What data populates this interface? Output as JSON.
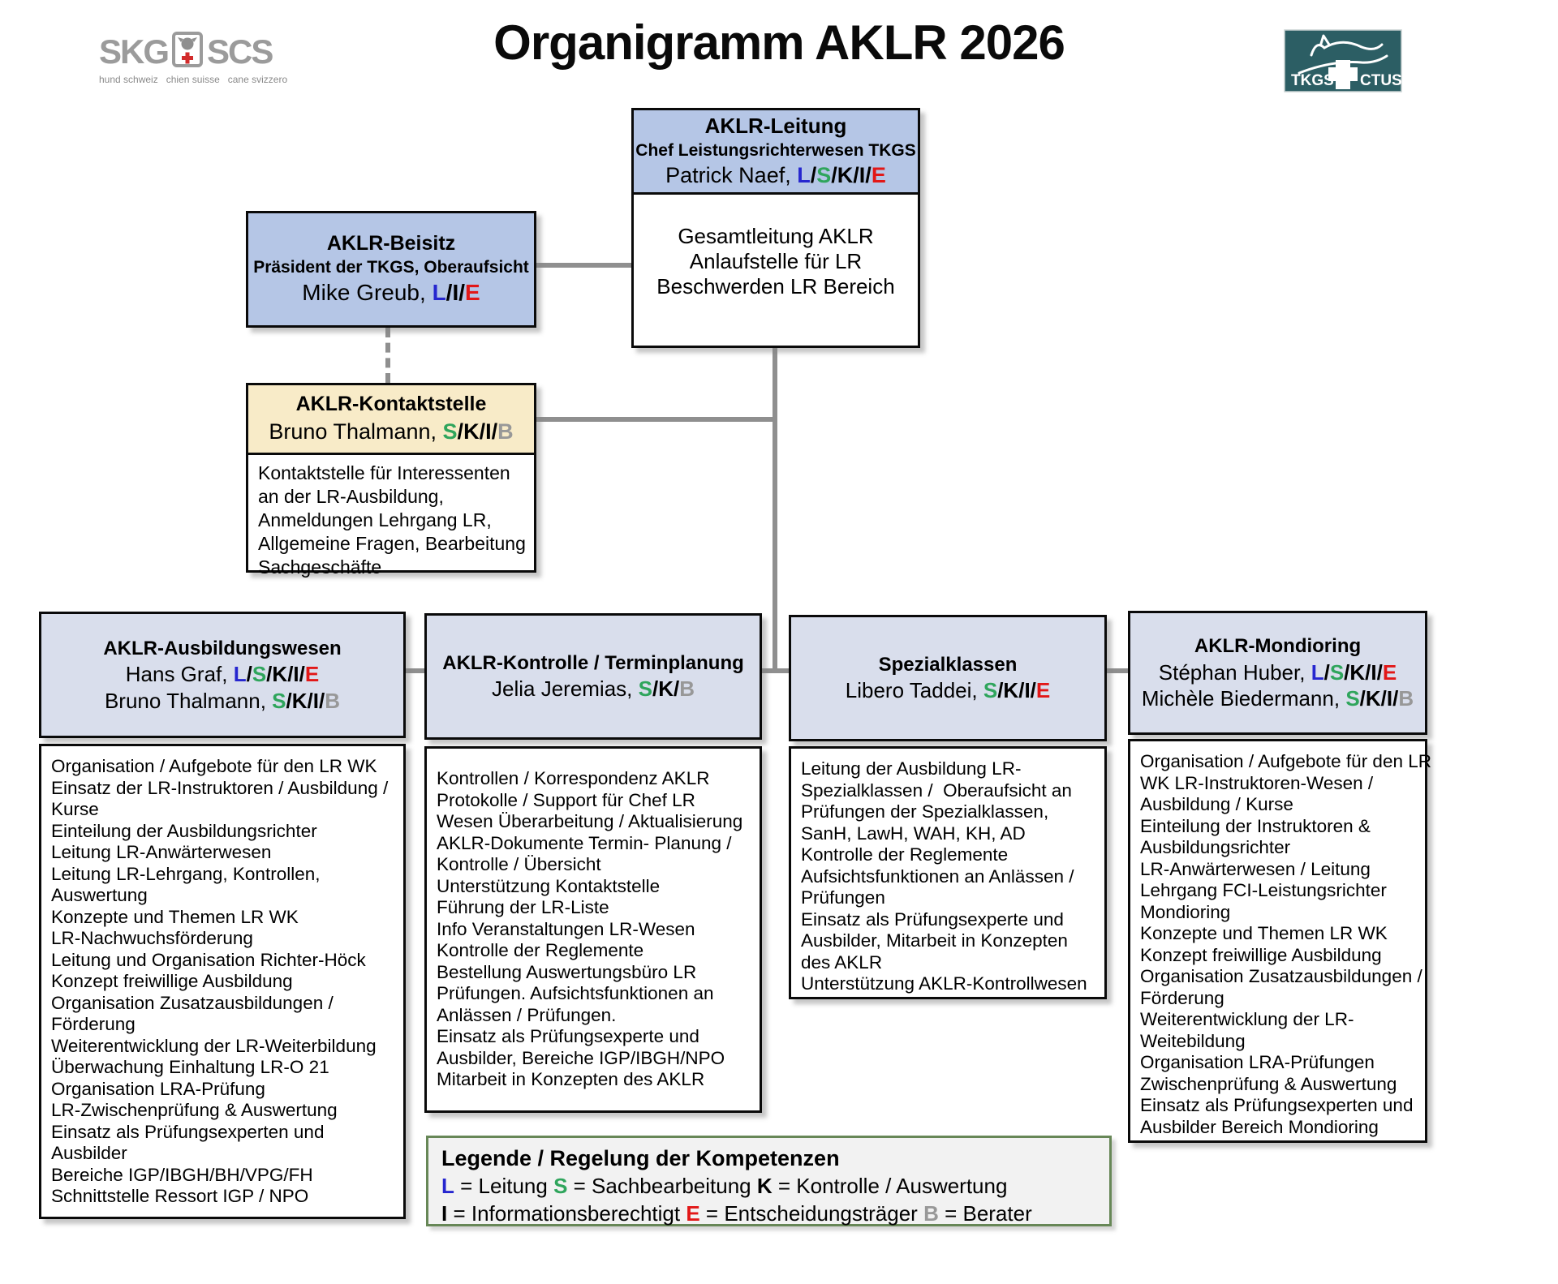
{
  "page": {
    "title": "Organigramm AKLR 2026"
  },
  "logos": {
    "skg": {
      "left": "SKG",
      "right": "SCS",
      "tagline": "hund schweiz   chien suisse   cane svizzero"
    },
    "tkgs": {
      "left": "TKGS",
      "right": "CTUS"
    }
  },
  "colors": {
    "L": "#2626cf",
    "S": "#2fa55c",
    "K": "#000000",
    "I": "#000000",
    "E": "#e21717",
    "B": "#989898"
  },
  "boxes": {
    "leitung": {
      "title": "AKLR-Leitung",
      "subtitle": "Chef Leistungsrichterwesen TKGS",
      "person": {
        "prefix": "Patrick Naef, ",
        "codes": [
          "L",
          "S",
          "K",
          "I",
          "E"
        ]
      },
      "body": "Gesamtleitung AKLR\nAnlaufstelle für LR\nBeschwerden LR Bereich"
    },
    "beisitz": {
      "title": "AKLR-Beisitz",
      "subtitle": "Präsident der TKGS, Oberaufsicht",
      "person": {
        "prefix": "Mike Greub, ",
        "codes": [
          "L",
          "I",
          "E"
        ]
      }
    },
    "kontaktstelle": {
      "title": "AKLR-Kontaktstelle",
      "person": {
        "prefix": "Bruno Thalmann, ",
        "codes": [
          "S",
          "K",
          "I",
          "B"
        ]
      },
      "body": "Kontaktstelle für Interessenten\nan der LR-Ausbildung,\nAnmeldungen Lehrgang LR,\nAllgemeine Fragen, Bearbeitung\nSachgeschäfte"
    },
    "ausbildungswesen": {
      "title": "AKLR-Ausbildungswesen",
      "persons": [
        {
          "prefix": "Hans Graf, ",
          "codes": [
            "L",
            "S",
            "K",
            "I",
            "E"
          ]
        },
        {
          "prefix": "Bruno Thalmann, ",
          "codes": [
            "S",
            "K",
            "I",
            "B"
          ]
        }
      ],
      "body": "Organisation / Aufgebote für den LR WK\nEinsatz der LR-Instruktoren / Ausbildung /\nKurse\nEinteilung der Ausbildungsrichter\nLeitung LR-Anwärterwesen\nLeitung LR-Lehrgang, Kontrollen,\nAuswertung\nKonzepte und Themen LR WK\nLR-Nachwuchsförderung\nLeitung und Organisation Richter-Höck\nKonzept freiwillige Ausbildung\nOrganisation Zusatzausbildungen /\nFörderung\nWeiterentwicklung der LR-Weiterbildung\nÜberwachung Einhaltung LR-O 21\nOrganisation LRA-Prüfung\nLR-Zwischenprüfung & Auswertung\nEinsatz als Prüfungsexperten und\nAusbilder\nBereiche IGP/IBGH/BH/VPG/FH\nSchnittstelle Ressort IGP / NPO"
    },
    "kontrolle": {
      "title": "AKLR-Kontrolle / Terminplanung",
      "persons": [
        {
          "prefix": "Jelia Jeremias, ",
          "codes": [
            "S",
            "K",
            "B"
          ]
        }
      ],
      "body": "Kontrollen / Korrespondenz AKLR\nProtokolle / Support für Chef LR\nWesen Überarbeitung / Aktualisierung\nAKLR-Dokumente Termin- Planung /\nKontrolle / Übersicht\nUnterstützung Kontaktstelle\nFührung der LR-Liste\nInfo Veranstaltungen LR-Wesen\nKontrolle der Reglemente\nBestellung Auswertungsbüro LR\nPrüfungen. Aufsichtsfunktionen an\nAnlässen / Prüfungen.\nEinsatz als Prüfungsexperte und\nAusbilder, Bereiche IGP/IBGH/NPO\nMitarbeit in Konzepten des AKLR"
    },
    "spezialklassen": {
      "title": "Spezialklassen",
      "persons": [
        {
          "prefix": "Libero Taddei, ",
          "codes": [
            "S",
            "K",
            "I",
            "E"
          ]
        }
      ],
      "body": "Leitung der Ausbildung LR-\nSpezialklassen /  Oberaufsicht an\nPrüfungen der Spezialklassen,\nSanH, LawH, WAH, KH, AD\nKontrolle der Reglemente\nAufsichtsfunktionen an Anlässen /\nPrüfungen\nEinsatz als Prüfungsexperte und\nAusbilder, Mitarbeit in Konzepten\ndes AKLR\nUnterstützung AKLR-Kontrollwesen"
    },
    "mondioring": {
      "title": "AKLR-Mondioring",
      "persons": [
        {
          "prefix": "Stéphan Huber, ",
          "codes": [
            "L",
            "S",
            "K",
            "I",
            "E"
          ]
        },
        {
          "prefix": "Michèle Biedermann, ",
          "codes": [
            "S",
            "K",
            "I",
            "B"
          ]
        }
      ],
      "body": "Organisation / Aufgebote für den LR\nWK LR-Instruktoren-Wesen /\nAusbildung / Kurse\nEinteilung der Instruktoren &\nAusbildungsrichter\nLR-Anwärterwesen / Leitung\nLehrgang FCI-Leistungsrichter\nMondioring\nKonzepte und Themen LR WK\nKonzept freiwillige Ausbildung\nOrganisation Zusatzausbildungen /\nFörderung\nWeiterentwicklung der LR-\nWeitebildung\nOrganisation LRA-Prüfungen\nZwischenprüfung & Auswertung\nEinsatz als Prüfungsexperten und\nAusbilder Bereich Mondioring"
    }
  },
  "legend": {
    "title": "Legende / Regelung der Kompetenzen",
    "rows": [
      [
        {
          "code": "L",
          "label": "Leitung"
        },
        {
          "code": "S",
          "label": "Sachbearbeitung"
        },
        {
          "code": "K",
          "label": "Kontrolle / Auswertung"
        }
      ],
      [
        {
          "code": "I",
          "label": "Informationsberechtigt"
        },
        {
          "code": "E",
          "label": "Entscheidungsträger"
        },
        {
          "code": "B",
          "label": "Berater"
        }
      ]
    ]
  }
}
